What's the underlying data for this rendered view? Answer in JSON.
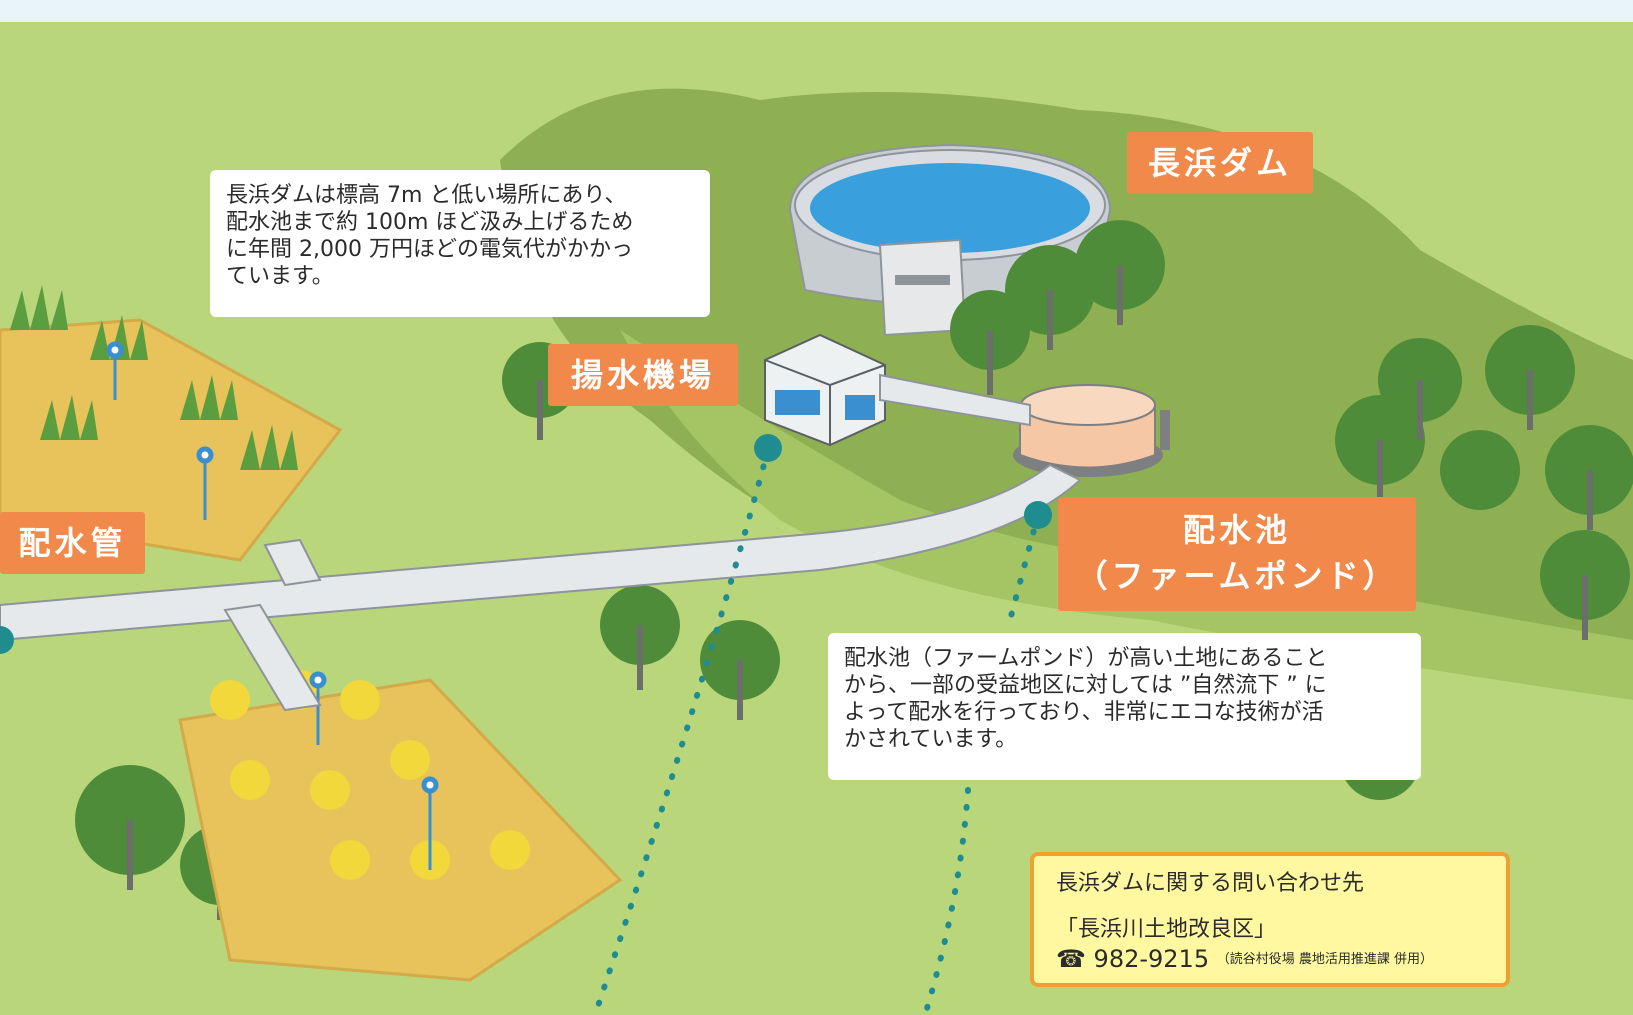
{
  "labels": {
    "dam": "長浜ダム",
    "pump": "揚水機場",
    "pipe": "配水管",
    "pond_line1": "配水池",
    "pond_line2": "（ファームポンド）"
  },
  "notes": {
    "pump_note": [
      "長浜ダムは標高 7m と低い場所にあり、",
      "配水池まで約 100m ほど汲み上げるため",
      "に年間 2,000 万円ほどの電気代がかかっ",
      "ています。"
    ],
    "pond_note": [
      "配水池（ファームポンド）が高い土地にあること",
      "から、一部の受益地区に対しては ”自然流下 ” に",
      "よって配水を行っており、非常にエコな技術が活",
      "かされています。"
    ]
  },
  "contact": {
    "title": "長浜ダムに関する問い合わせ先",
    "org": "「長浜川土地改良区」",
    "phone_icon": "☎",
    "phone": "982-9215",
    "note": "（読谷村役場 農地活用推進課 併用）"
  },
  "colors": {
    "ground": "#b9d77a",
    "hill": "#8fb052",
    "tree": "#4f8c3a",
    "water": "#3aa0dd",
    "label": "#f0894a",
    "pin": "#1f8d90"
  }
}
